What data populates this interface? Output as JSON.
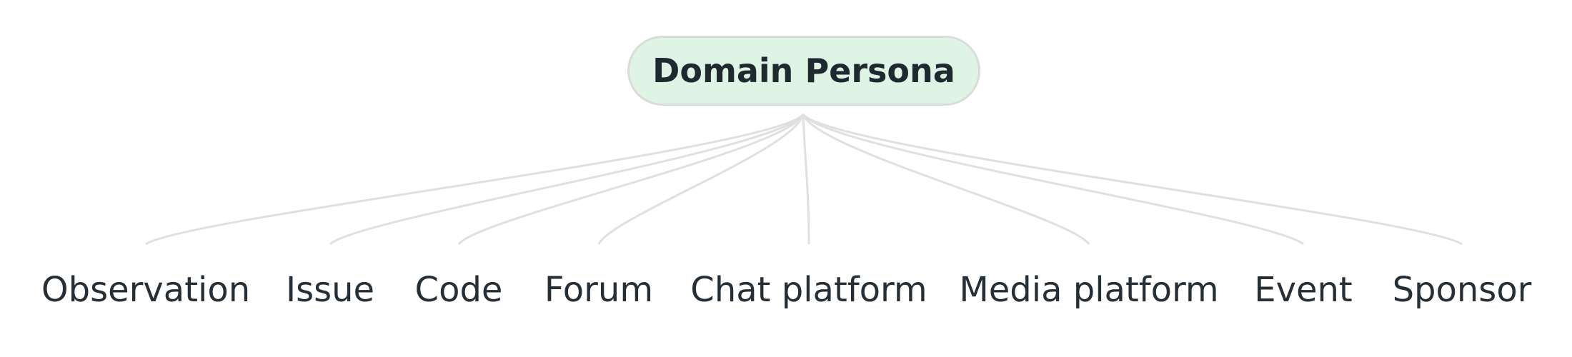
{
  "root": {
    "label": "Domain Persona",
    "fill": "#dff4e4",
    "border": "#d9ddd9"
  },
  "children": [
    {
      "label": "Observation"
    },
    {
      "label": "Issue"
    },
    {
      "label": "Code"
    },
    {
      "label": "Forum"
    },
    {
      "label": "Chat platform"
    },
    {
      "label": "Media platform"
    },
    {
      "label": "Event"
    },
    {
      "label": "Sponsor"
    }
  ],
  "colors": {
    "edge": "#e0e0e0",
    "text": "#262f36",
    "background": "#ffffff"
  }
}
